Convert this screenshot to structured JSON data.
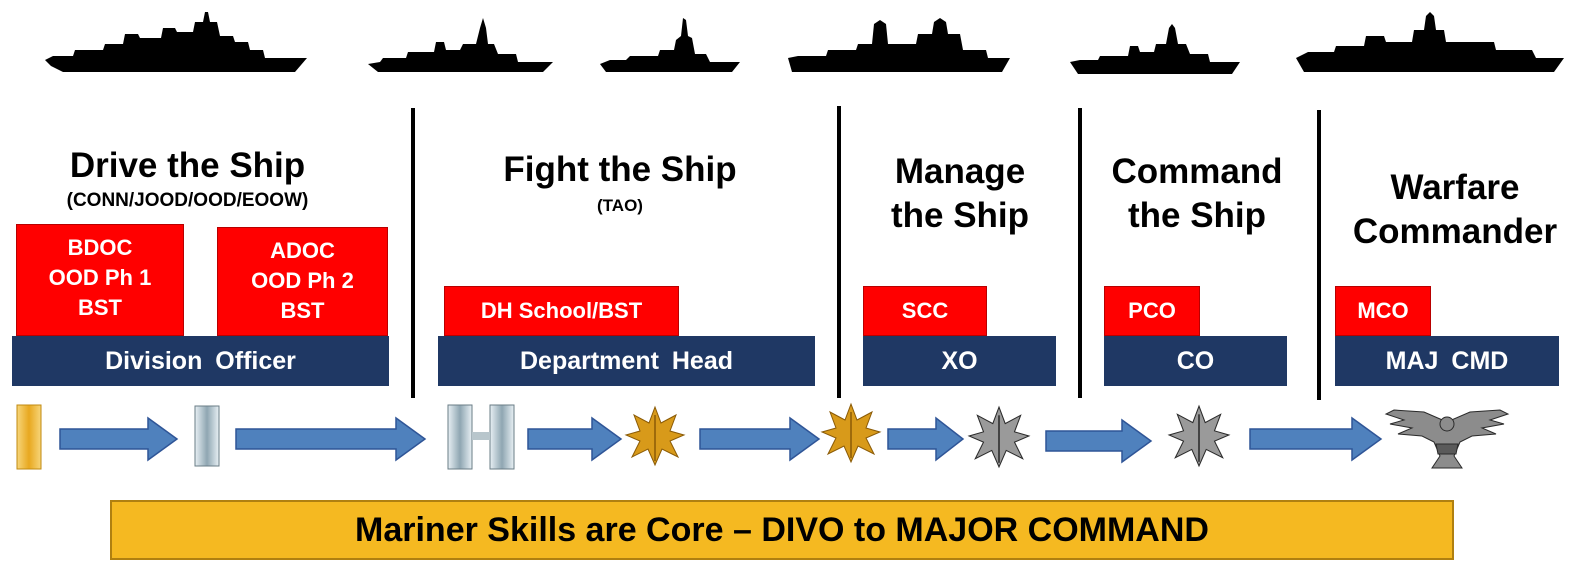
{
  "stages": [
    {
      "heading": "Drive the Ship",
      "sub": "(CONN/JOOD/OOD/EOOW)"
    },
    {
      "heading": "Fight the Ship",
      "sub": "(TAO)"
    },
    {
      "heading": "Manage\nthe Ship",
      "sub": ""
    },
    {
      "heading": "Command\nthe Ship",
      "sub": ""
    },
    {
      "heading": "Warfare\nCommander",
      "sub": ""
    }
  ],
  "training": [
    {
      "label": "BDOC\nOOD Ph 1\nBST"
    },
    {
      "label": "ADOC\nOOD Ph 2\nBST"
    },
    {
      "label": "DH School/BST"
    },
    {
      "label": "SCC"
    },
    {
      "label": "PCO"
    },
    {
      "label": "MCO"
    }
  ],
  "roles": [
    {
      "label": "Division Officer"
    },
    {
      "label": "Department Head"
    },
    {
      "label": "XO"
    },
    {
      "label": "CO"
    },
    {
      "label": "MAJ CMD"
    }
  ],
  "insignia": [
    {
      "icon": "ensign-bar-icon",
      "color": "#e8b030"
    },
    {
      "icon": "ltjg-bar-icon",
      "color": "#a8b8c0"
    },
    {
      "icon": "lt-double-bar-icon",
      "color": "#a8b8c0"
    },
    {
      "icon": "gold-oak-leaf-icon",
      "color": "#d89a1a"
    },
    {
      "icon": "gold-oak-leaf-icon",
      "color": "#d89a1a"
    },
    {
      "icon": "silver-oak-leaf-icon",
      "color": "#808080"
    },
    {
      "icon": "silver-oak-leaf-icon",
      "color": "#808080"
    },
    {
      "icon": "eagle-icon",
      "color": "#606060"
    }
  ],
  "banner": "Mariner Skills are Core – DIVO to MAJOR COMMAND",
  "colors": {
    "red": "#ff0000",
    "navy": "#1f3864",
    "arrow": "#4f81bd",
    "banner": "#f5b921"
  }
}
